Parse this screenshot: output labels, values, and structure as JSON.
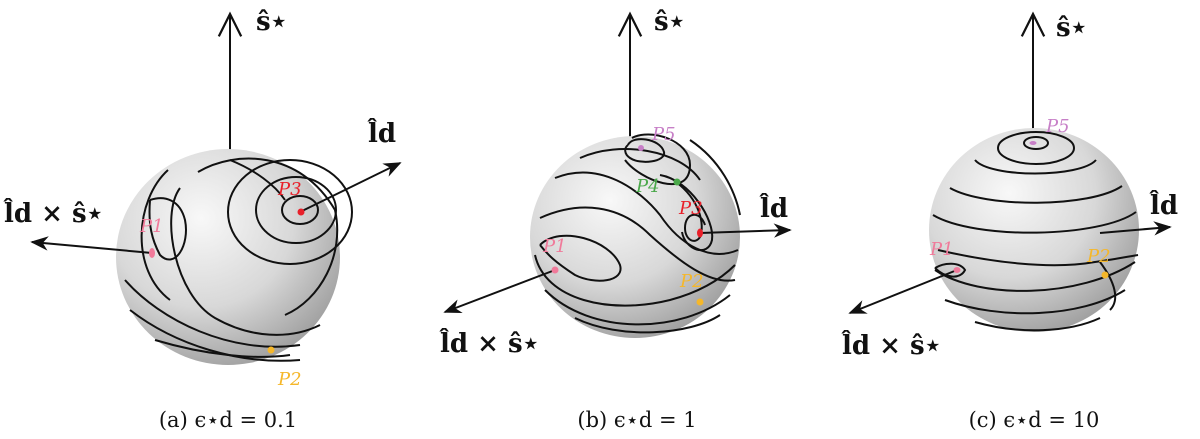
{
  "panels": [
    {
      "caption": "(a) ϵ⋆d = 0.1",
      "axis_top": "ŝ⋆",
      "axis_right": "l̂d",
      "axis_left": "l̂d × ŝ⋆",
      "points": [
        {
          "label": "P1",
          "color": "#f07a9a"
        },
        {
          "label": "P2",
          "color": "#f5b72a"
        },
        {
          "label": "P3",
          "color": "#e8202a"
        }
      ]
    },
    {
      "caption": "(b) ϵ⋆d = 1",
      "axis_top": "ŝ⋆",
      "axis_right": "l̂d",
      "axis_left": "l̂d × ŝ⋆",
      "points": [
        {
          "label": "P1",
          "color": "#f07a9a"
        },
        {
          "label": "P2",
          "color": "#f5b72a"
        },
        {
          "label": "P3",
          "color": "#e8202a"
        },
        {
          "label": "P4",
          "color": "#4aa84a"
        },
        {
          "label": "P5",
          "color": "#c77fc7"
        }
      ]
    },
    {
      "caption": "(c) ϵ⋆d = 10",
      "axis_top": "ŝ⋆",
      "axis_right": "l̂d",
      "axis_left": "l̂d × ŝ⋆",
      "points": [
        {
          "label": "P1",
          "color": "#f07a9a"
        },
        {
          "label": "P2",
          "color": "#f5b72a"
        },
        {
          "label": "P5",
          "color": "#c77fc7"
        }
      ]
    }
  ]
}
